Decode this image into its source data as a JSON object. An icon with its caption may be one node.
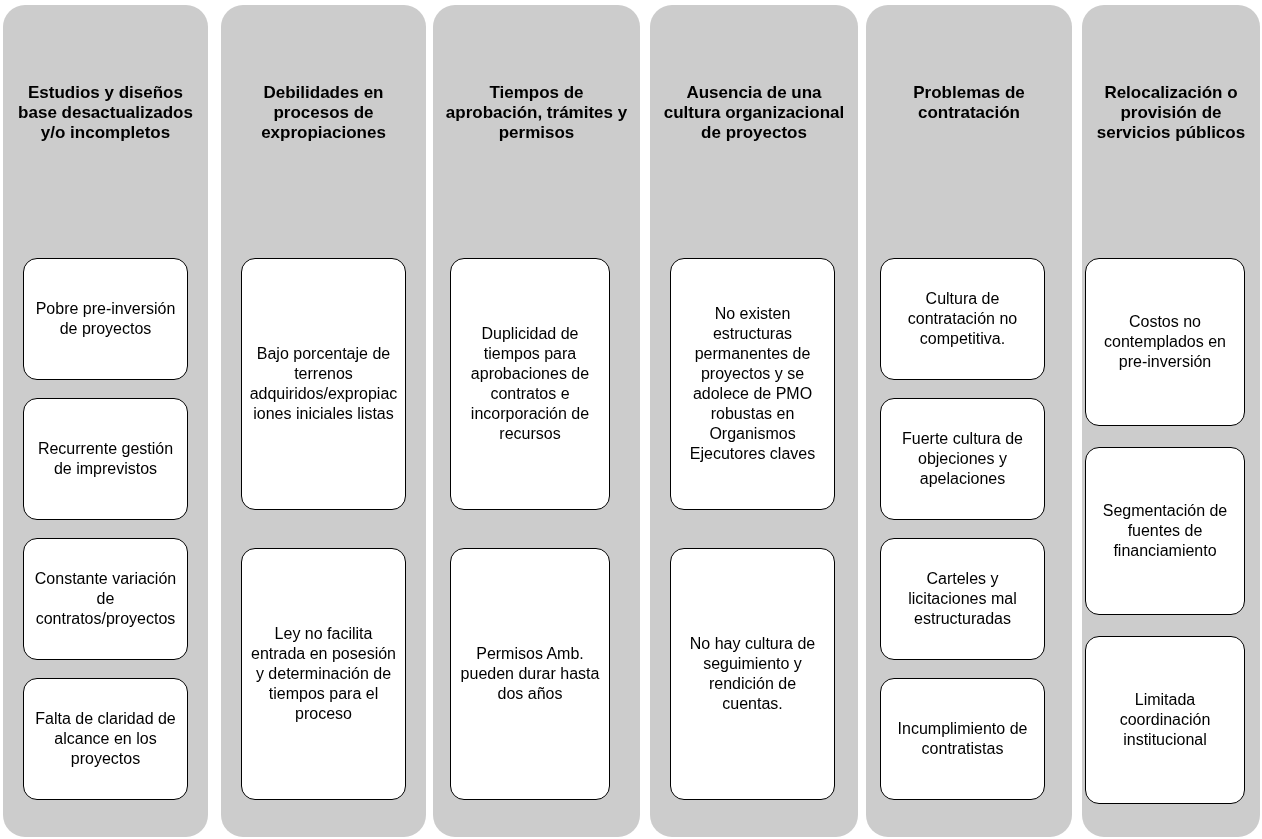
{
  "diagram": {
    "nodes": [
      {
        "text": [
          "Estudios y diseños base desactualizados y/o incompletos"
        ]
      },
      {
        "text": [
          "Pobre pre-inversión de proyectos"
        ],
        "in": 0
      },
      {
        "text": [
          "Recurrente gestión de imprevistos"
        ],
        "in": 0
      },
      {
        "text": [
          "Constante variación de contratos/proyectos"
        ],
        "in": 0
      },
      {
        "text": [
          "Falta de claridad de alcance en los proyectos"
        ],
        "in": 0
      },
      {
        "text": [
          "Debilidades en procesos de expropiaciones"
        ]
      },
      {
        "text": [
          "Bajo porcentaje de terrenos adquiridos/expropiaciones iniciales listas"
        ],
        "in": 5
      },
      {
        "text": [
          "Ley no facilita entrada en posesión y determinación de tiempos para el proceso"
        ],
        "in": 5
      },
      {
        "text": [
          "Tiempos de aprobación, trámites y permisos"
        ]
      },
      {
        "text": [
          "Duplicidad de tiempos para aprobaciones de contratos e incorporación de recursos"
        ],
        "in": 8
      },
      {
        "text": [
          "Permisos Amb. pueden durar hasta dos años"
        ],
        "in": 8
      },
      {
        "text": [
          "Ausencia de una cultura organizacional de proyectos"
        ]
      },
      {
        "text": [
          "No existen estructuras permanentes de proyectos y se adolece de PMO robustas en Organismos Ejecutores claves"
        ],
        "in": 11
      },
      {
        "text": [
          "No hay cultura de seguimiento y rendición de cuentas."
        ],
        "in": 11
      },
      {
        "text": [
          "Problemas de contratación"
        ]
      },
      {
        "text": [
          "Cultura de contratación no competitiva."
        ],
        "in": 14
      },
      {
        "text": [
          "Fuerte cultura de objeciones y apelaciones"
        ],
        "in": 14
      },
      {
        "text": [
          "Carteles y licitaciones mal estructuradas"
        ],
        "in": 14
      },
      {
        "text": [
          "Incumplimiento de contratistas"
        ],
        "in": 14
      },
      {
        "text": [
          "Relocalización o provisión de servicios públicos"
        ]
      },
      {
        "text": [
          "Costos no contemplados en pre-inversión"
        ],
        "in": 19
      },
      {
        "text": [
          "Segmentación de fuentes de financiamiento"
        ],
        "in": 19
      },
      {
        "text": [
          "Limitada coordinación institucional"
        ],
        "in": 19
      }
    ]
  }
}
